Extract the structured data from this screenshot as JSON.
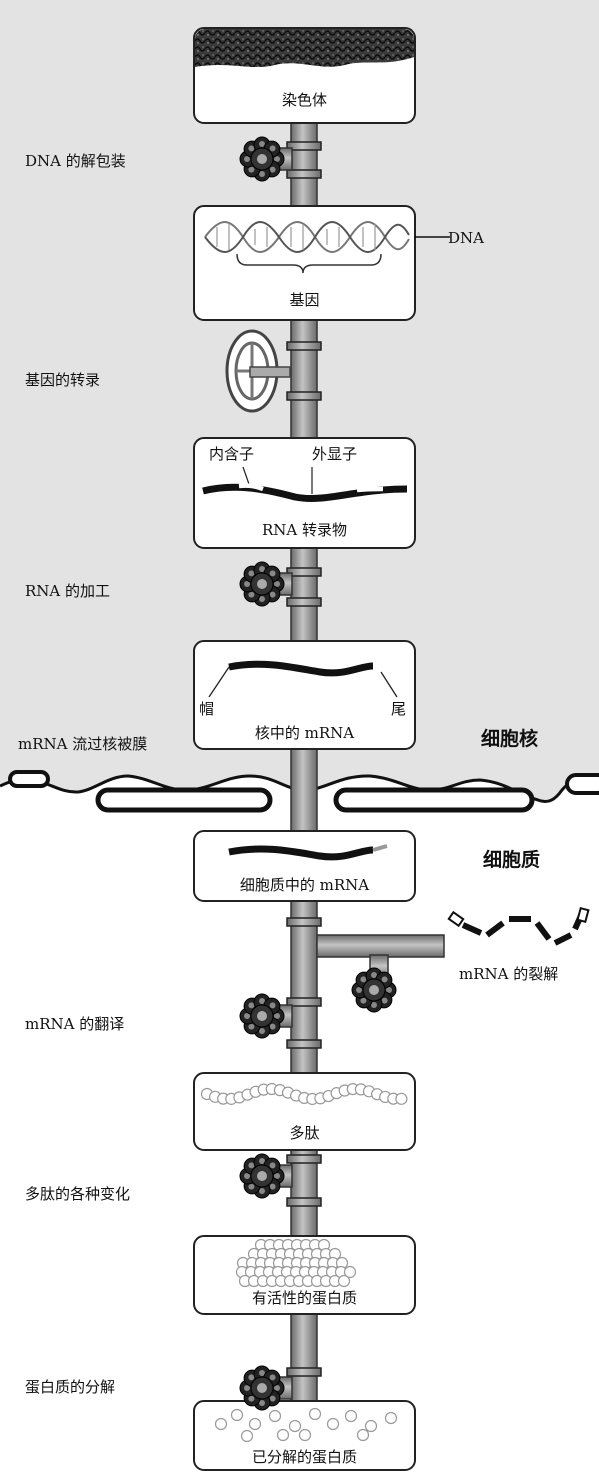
{
  "boxes": {
    "chromosome": "染色体",
    "gene": "基因",
    "rna_transcript": "RNA 转录物",
    "intron": "内含子",
    "exon": "外显子",
    "nuclear_mrna": "核中的 mRNA",
    "cap": "帽",
    "tail": "尾",
    "cytoplasmic_mrna": "细胞质中的 mRNA",
    "polypeptide": "多肽",
    "active_protein": "有活性的蛋白质",
    "degraded_protein": "已分解的蛋白质"
  },
  "side_labels": {
    "dna_label": "DNA",
    "mrna_degradation": "mRNA 的裂解"
  },
  "steps": [
    "DNA 的解包装",
    "基因的转录",
    "RNA 的加工",
    "mRNA 流过核被膜",
    "mRNA 的翻译",
    "多肽的各种变化",
    "蛋白质的分解"
  ],
  "regions": {
    "nucleus": "细胞核",
    "cytoplasm": "细胞质"
  },
  "colors": {
    "nucleus_fill": "#e3e3e3",
    "pipe": "#9a9a9a",
    "ink": "#111111"
  },
  "icons": [
    "valve-handle-icon",
    "wheel-valve-icon"
  ]
}
